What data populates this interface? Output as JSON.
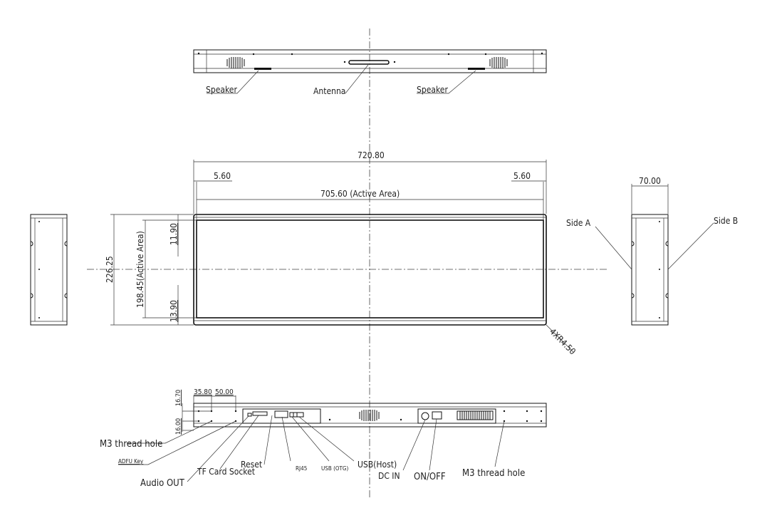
{
  "top_view": {
    "speaker_left": "Speaker",
    "antenna": "Antenna",
    "speaker_right": "Speaker"
  },
  "front_view": {
    "overall_width": "720.80",
    "margin_left": "5.60",
    "margin_right": "5.60",
    "active_width": "705.60  (Active Area)",
    "overall_height": "226.25",
    "active_height": "198.45(Active Area)",
    "margin_top": "11.90",
    "margin_bottom": "13.90",
    "corner_radius": "4XR4.50"
  },
  "side_view": {
    "depth": "70.00",
    "side_a": "Side A",
    "side_b": "Side B"
  },
  "bottom_view": {
    "dim_35": "35.80",
    "dim_50": "50.00",
    "dim_16_70": "16.70",
    "dim_16_00": "16.00",
    "labels": {
      "m3_left": "M3 thread hole",
      "adfu_key": "ADFU Key",
      "audio_out": "Audio OUT",
      "tf_card": "TF Card Socket",
      "reset": "Reset",
      "rj45": "RJ45",
      "usb_otg": "USB (OTG)",
      "usb_host": "USB(Host)",
      "dc_in": "DC IN",
      "on_off": "ON/OFF",
      "m3_right": "M3 thread hole"
    }
  }
}
